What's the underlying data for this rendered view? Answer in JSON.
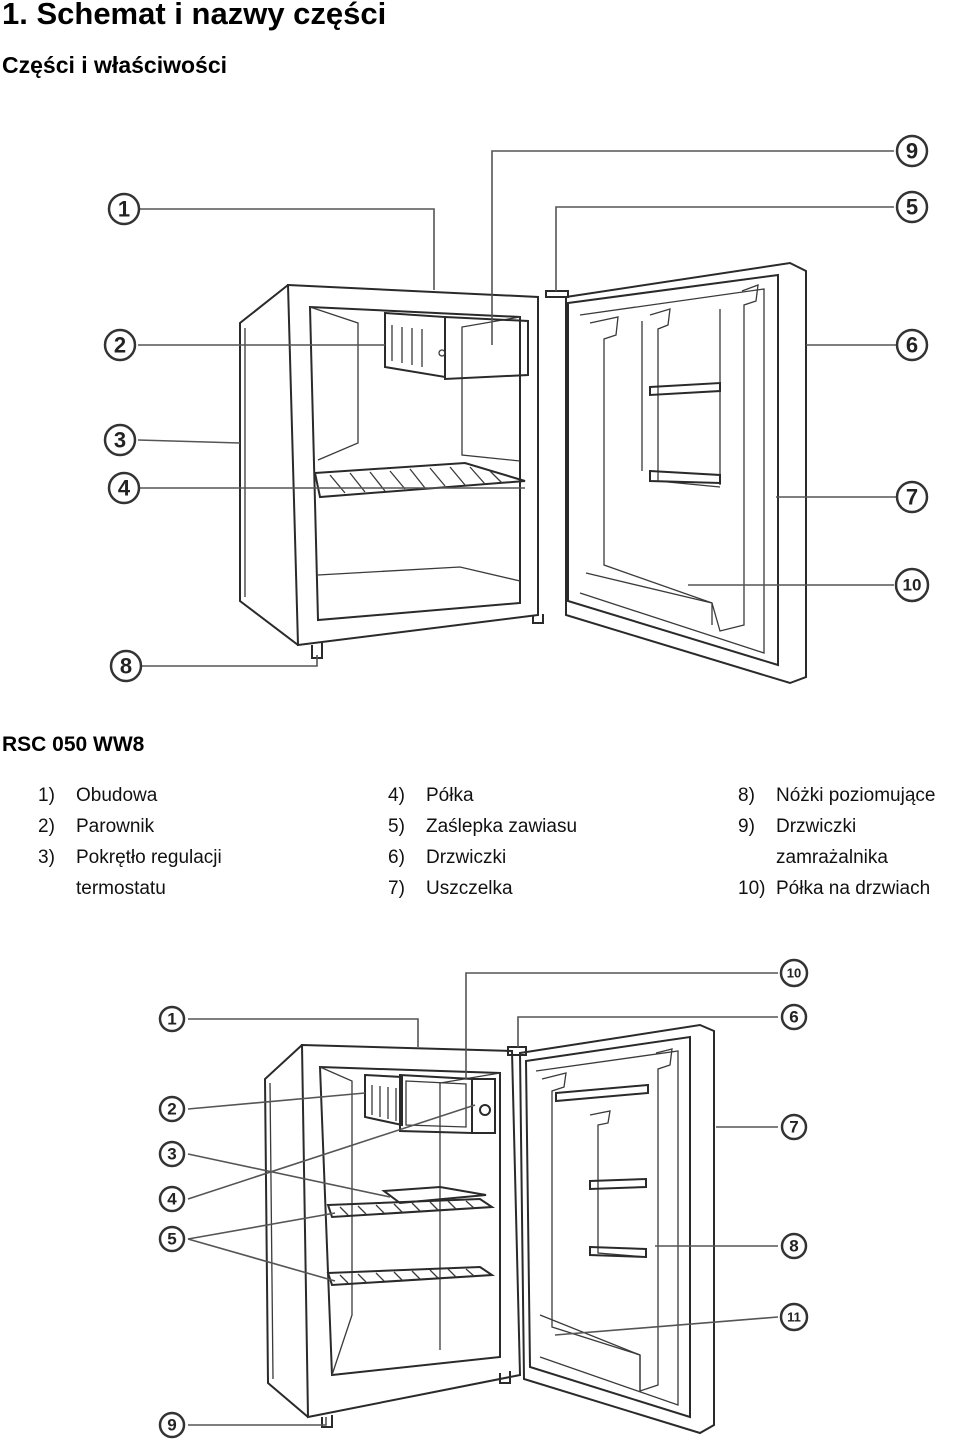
{
  "header": {
    "title": "1. Schemat i nazwy części",
    "subtitle": "Części i właściwości"
  },
  "model": "RSC 050 WW8",
  "parts": {
    "col1": [
      {
        "num": "1)",
        "label": "Obudowa"
      },
      {
        "num": "2)",
        "label": "Parownik"
      },
      {
        "num": "3)",
        "label": "Pokrętło regulacji termostatu"
      }
    ],
    "col2": [
      {
        "num": "4)",
        "label": "Półka"
      },
      {
        "num": "5)",
        "label": "Zaślepka zawiasu"
      },
      {
        "num": "6)",
        "label": "Drzwiczki"
      },
      {
        "num": "7)",
        "label": "Uszczelka"
      }
    ],
    "col3": [
      {
        "num": "8)",
        "label": "Nóżki poziomujące"
      },
      {
        "num": "9)",
        "label": "Drzwiczki zamrażalnika"
      },
      {
        "num": "10)",
        "label": "Półka na drzwiach"
      }
    ]
  },
  "diagram_top": {
    "callouts": [
      "1",
      "2",
      "3",
      "4",
      "8",
      "9",
      "5",
      "6",
      "7",
      "10"
    ]
  },
  "diagram_bottom": {
    "callouts": [
      "1",
      "2",
      "3",
      "4",
      "5",
      "9",
      "10",
      "6",
      "7",
      "8",
      "11"
    ]
  }
}
